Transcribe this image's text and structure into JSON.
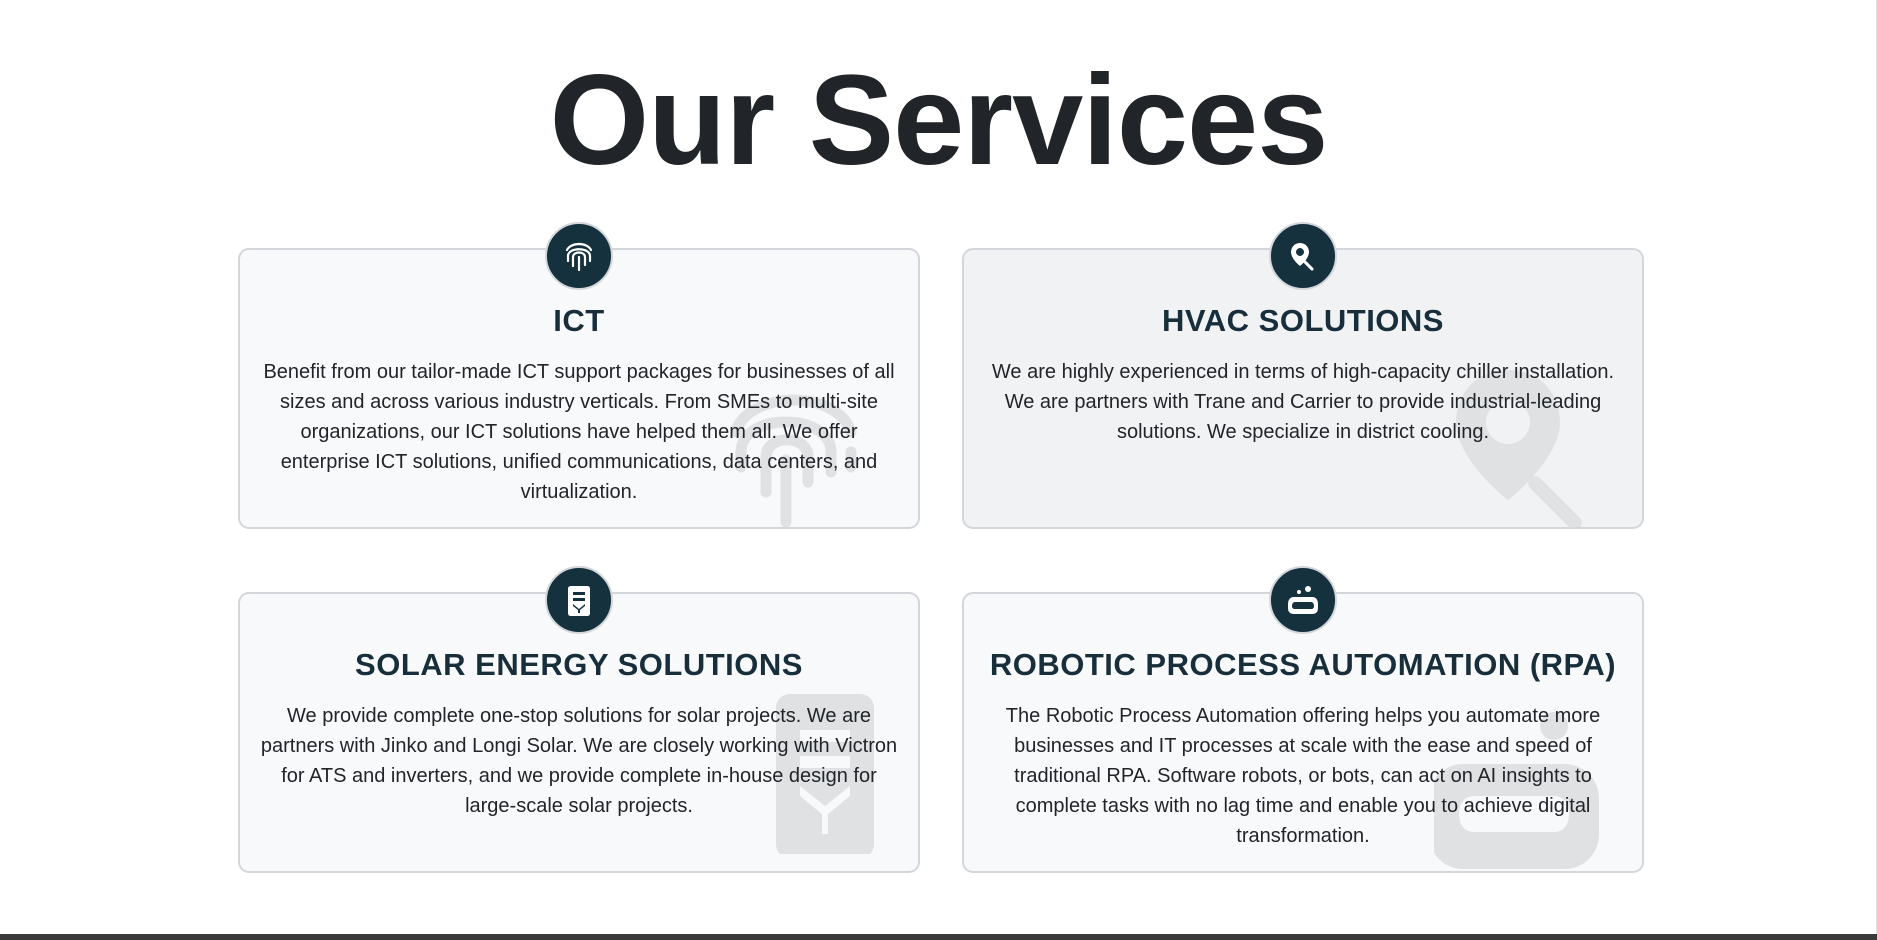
{
  "section": {
    "title": "Our Services"
  },
  "services": [
    {
      "title": "ICT",
      "icon": "fingerprint-icon",
      "description": "Benefit from our tailor-made ICT support packages for businesses of all sizes and across various industry verticals. From SMEs to multi-site organizations, our ICT solutions have helped them all. We offer enterprise ICT solutions, unified communications, data centers, and virtualization."
    },
    {
      "title": "HVAC SOLUTIONS",
      "icon": "location-search-icon",
      "description": "We are highly experienced in terms of high-capacity chiller installation. We are partners with Trane and Carrier to provide industrial-leading solutions. We specialize in district cooling."
    },
    {
      "title": "SOLAR ENERGY SOLUTIONS",
      "icon": "solar-panel-icon",
      "description": "We provide complete one-stop solutions for solar projects. We are partners with Jinko and Longi Solar. We are closely working with Victron for ATS and inverters, and we provide complete in-house design for large-scale solar projects."
    },
    {
      "title": "ROBOTIC PROCESS AUTOMATION (RPA)",
      "icon": "robot-icon",
      "description": "The Robotic Process Automation offering helps you automate more businesses and IT processes at scale with the ease and speed of traditional RPA. Software robots, or bots, can act on AI insights to complete tasks with no lag time and enable you to achieve digital transformation."
    }
  ],
  "colors": {
    "heading": "#212529",
    "card_title": "#182f3b",
    "badge_bg": "#16313e",
    "card_bg": "#f8f9fa",
    "card_border": "#d3d7db",
    "watermark": "#dfe1e3"
  }
}
